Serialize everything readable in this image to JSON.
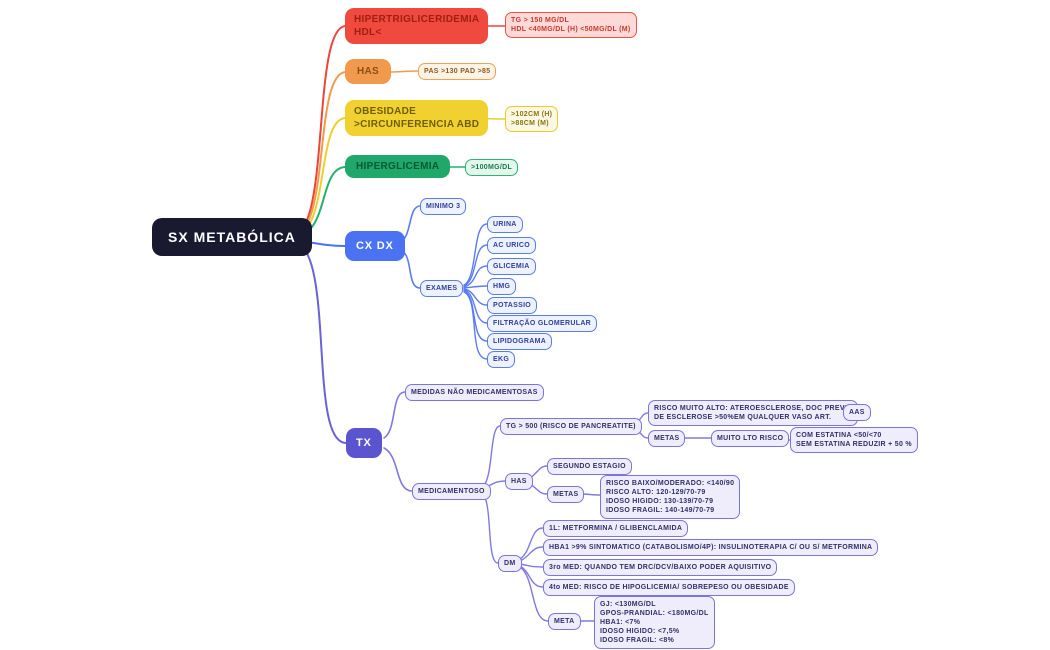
{
  "palette": {
    "root_bg": "#191930",
    "red": "#f04a3e",
    "orange": "#f19a4d",
    "yellow": "#f0d12f",
    "green": "#1fa86a",
    "blue": "#4a72f3",
    "purple": "#5b54cf",
    "lavender_border": "#7b74e0",
    "background": "#ffffff"
  },
  "mindmap": {
    "root": {
      "label": "SX METABÓLICA"
    },
    "branches": {
      "hipertrigliceridemia": {
        "label": "HIPERTRIGLICERIDEMIA\nHDL<",
        "detail": "TG > 150 MG/DL\nHDL <40MG/DL (H) <50MG/DL (M)"
      },
      "has": {
        "label": "HAS",
        "detail": "PAS >130 PAD >85"
      },
      "obesidade": {
        "label": "OBESIDADE\n>CIRCUNFERENCIA ABD",
        "detail": ">102CM (H)\n>88CM (M)"
      },
      "hiperglicemia": {
        "label": "HIPERGLICEMIA",
        "detail": ">100MG/DL"
      },
      "cxdx": {
        "label": "CX DX",
        "minimo": "MINIMO 3",
        "exames": {
          "label": "EXAMES",
          "items": [
            "URINA",
            "AC URICO",
            "GLICEMIA",
            "HMG",
            "POTASSIO",
            "FILTRAÇÃO GLOMERULAR",
            "LIPIDOGRAMA",
            "EKG"
          ]
        }
      },
      "tx": {
        "label": "TX",
        "nao_medicamentosas": "MEDIDAS NÃO MEDICAMENTOSAS",
        "medicamentoso": {
          "label": "MEDICAMENTOSO",
          "tg500": {
            "label": "TG > 500 (RISCO DE PANCREATITE)",
            "risco_muito_alto": "RISCO MUITO ALTO: ATEROESCLEROSE, DOC PREVIA\nDE ESCLEROSE >50%EM QUALQUER VASO ART.",
            "aas": "AAS",
            "metas": "METAS",
            "muito_alto_risco": "MUITO LTO RISCO",
            "estatina": "COM ESTATINA <50/<70\nSEM ESTATINA REDUZIR + 50 %"
          },
          "has": {
            "label": "HAS",
            "segundo_estagio": "SEGUNDO ESTAGIO",
            "metas": "METAS",
            "metas_detail": "RISCO BAIXO/MODERADO: <140/90\nRISCO ALTO: 120-129/70-79\nIDOSO HIGIDO: 130-139/70-79\nIDOSO FRAGIL: 140-149/70-79"
          },
          "dm": {
            "label": "DM",
            "linha1": "1L: METFORMINA / GLIBENCLAMIDA",
            "hba1": "HBA1 >9% SINTOMATICO (CATABOLISMO/4P): INSULINOTERAPIA C/ OU S/ METFORMINA",
            "med3": "3ro MED: QUANDO TEM DRC/DCV/BAIXO PODER AQUISITIVO",
            "med4": "4to MED: RISCO DE HIPOGLICEMIA/ SOBREPESO OU OBESIDADE",
            "meta": "META",
            "meta_detail": "GJ: <130MG/DL\nGPOS-PRANDIAL: <180MG/DL\nHBA1: <7%\nIDOSO HIGIDO: <7,5%\nIDOSO FRAGIL: <8%"
          }
        }
      }
    }
  }
}
